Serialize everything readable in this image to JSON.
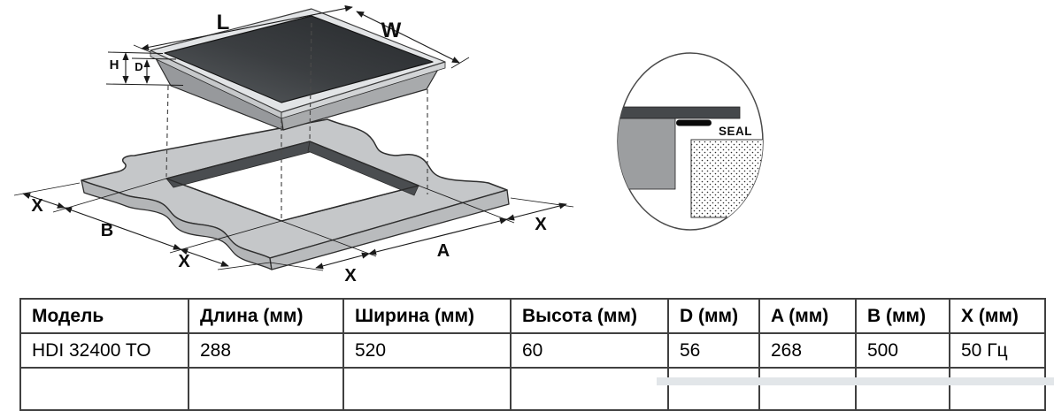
{
  "diagram": {
    "cooktop": {
      "label_length": "L",
      "label_width": "W",
      "label_height": "H",
      "label_depth": "D"
    },
    "cutout": {
      "label_x_left": "X",
      "label_b": "B",
      "label_x_front_left": "X",
      "label_x_front_right": "X",
      "label_a": "A",
      "label_x_right": "X"
    },
    "detail": {
      "seal_label": "SEAL"
    },
    "colors": {
      "glass": "#34373a",
      "rim": "#e2e4e6",
      "countertop": "#c5c7c9",
      "cutout_wall": "#4a4d50",
      "line": "#1a1a1a"
    }
  },
  "table": {
    "headers": [
      "Модель",
      "Длина (мм)",
      "Ширина (мм)",
      "Высота (мм)",
      "D (мм)",
      "A (мм)",
      "B (мм)",
      "X (мм)"
    ],
    "rows": [
      [
        "HDI 32400 TO",
        "288",
        "520",
        "60",
        "56",
        "268",
        "500",
        "50 Гц"
      ]
    ]
  }
}
